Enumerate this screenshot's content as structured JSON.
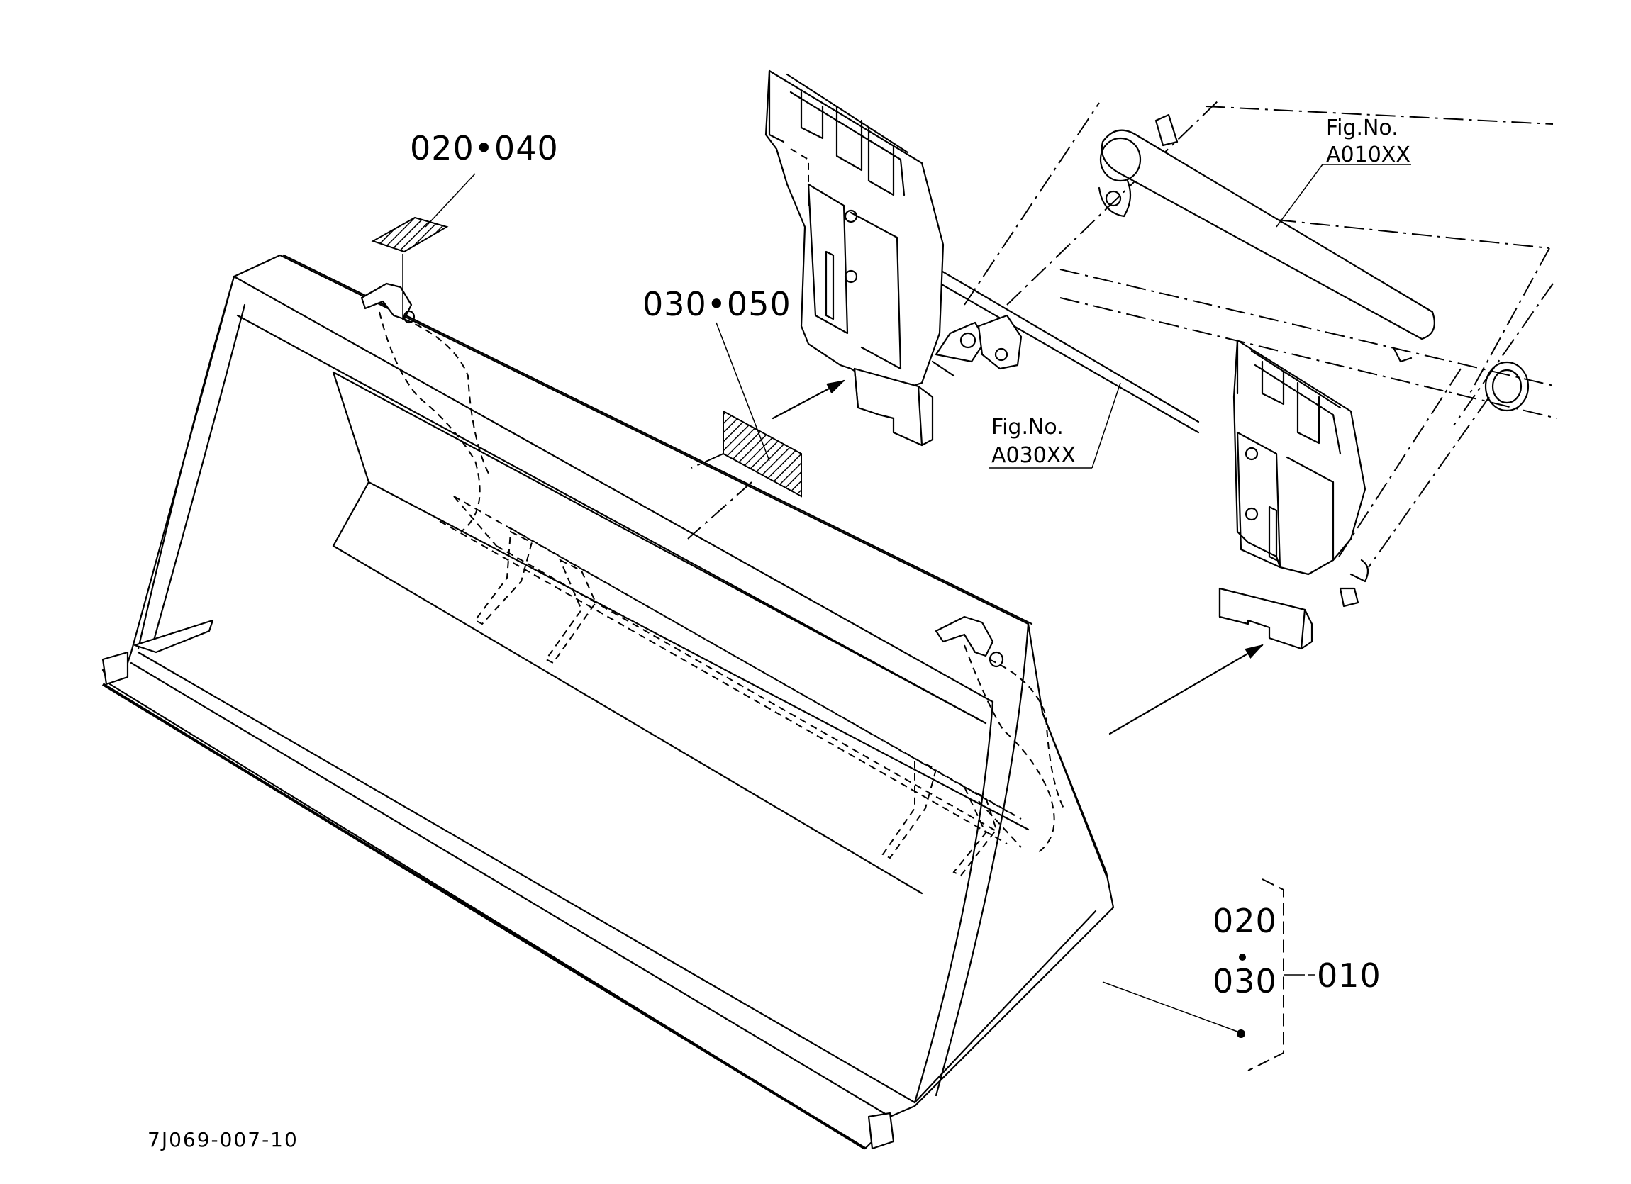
{
  "callouts": {
    "decal_top": "020•040",
    "decal_mid": "030•050",
    "group_a": "020",
    "group_b": "030",
    "group_parent": "010"
  },
  "references": {
    "upper_fig_label": "Fig.No.",
    "upper_fig_no": "A010XX",
    "lower_fig_label": "Fig.No.",
    "lower_fig_no": "A030XX"
  },
  "drawing_code": "7J069-007-10"
}
